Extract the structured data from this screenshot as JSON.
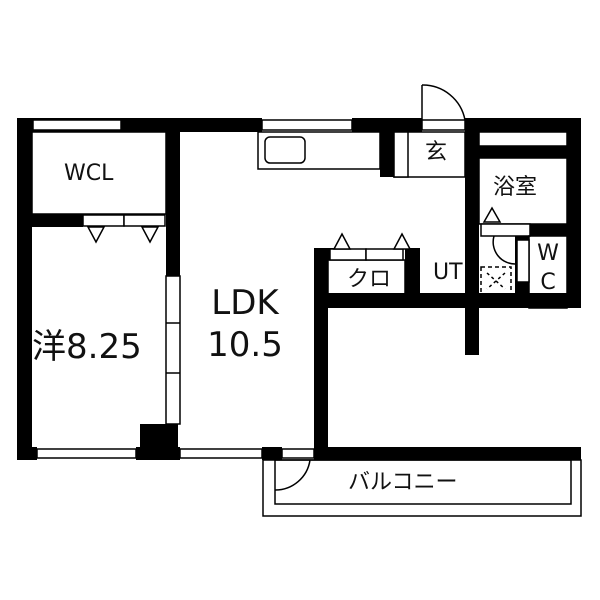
{
  "floorplan": {
    "colors": {
      "wall": "#000000",
      "line": "#000000",
      "background": "#ffffff"
    },
    "rooms": [
      {
        "id": "wcl",
        "label": "WCL"
      },
      {
        "id": "western_room",
        "label": "洋8.25"
      },
      {
        "id": "ldk",
        "label_line1": "LDK",
        "label_line2": "10.5"
      },
      {
        "id": "entrance",
        "label": "玄"
      },
      {
        "id": "bathroom",
        "label": "浴室"
      },
      {
        "id": "closet",
        "label": "クロ"
      },
      {
        "id": "utility",
        "label": "UT"
      },
      {
        "id": "toilet",
        "label_line1": "W",
        "label_line2": "C"
      },
      {
        "id": "balcony",
        "label": "バルコニー"
      }
    ]
  }
}
